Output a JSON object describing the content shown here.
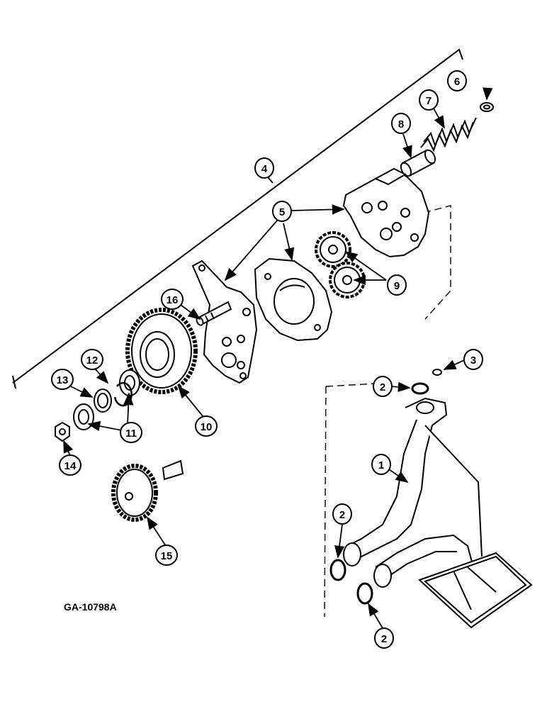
{
  "figure_id": "GA-10798A",
  "callouts": {
    "c1": "1",
    "c2a": "2",
    "c2b": "2",
    "c2c": "2",
    "c3": "3",
    "c4": "4",
    "c5": "5",
    "c6": "6",
    "c7": "7",
    "c8": "8",
    "c9": "9",
    "c10": "10",
    "c11": "11",
    "c12": "12",
    "c13": "13",
    "c14": "14",
    "c15": "15",
    "c16": "16"
  }
}
